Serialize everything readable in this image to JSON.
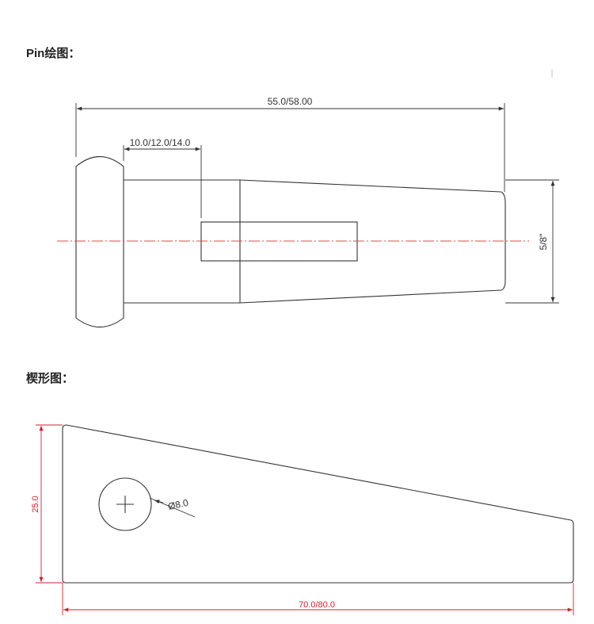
{
  "sections": {
    "pin_title": "Pin绘图：",
    "wedge_title": "楔形图："
  },
  "pin_drawing": {
    "overall_length": "55.0/58.00",
    "slot_offset": "10.0/12.0/14.0",
    "diameter": "5/8\""
  },
  "wedge_drawing": {
    "height": "25.0",
    "hole_diameter": "Ø8.0",
    "length": "70.0/80.0"
  },
  "colors": {
    "line": "#333333",
    "dimension_red": "#d81e2c",
    "centerline": "#e0484a"
  }
}
